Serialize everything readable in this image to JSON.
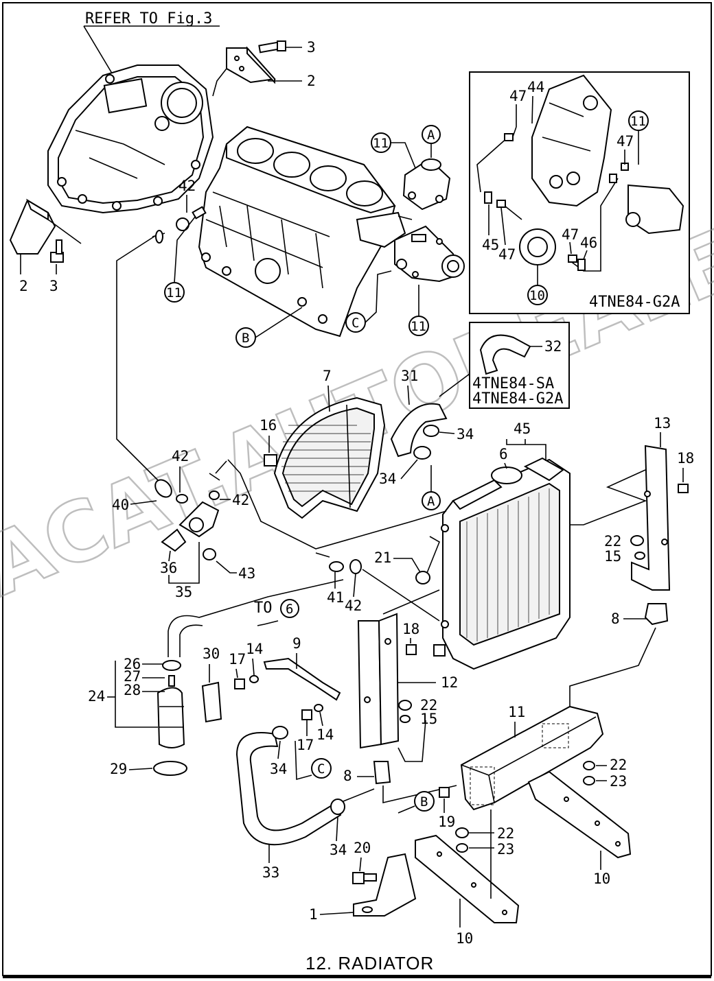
{
  "reference_note": "REFER TO Fig.3",
  "caption": "12. RADIATOR",
  "watermark": "ACAT.AUTODEALER.RU",
  "inset_top": {
    "model_label": "4TNE84-G2A"
  },
  "inset_hose": {
    "model_label_1": "4TNE84-SA",
    "model_label_2": "4TNE84-G2A"
  },
  "to_reference": {
    "prefix": "TO",
    "number": "6"
  },
  "part_numbers": {
    "n1": "1",
    "n2a": "2",
    "n2b": "2",
    "n3a": "3",
    "n3b": "3",
    "n45": "45",
    "n6": "6",
    "n7": "7",
    "n8a": "8",
    "n8b": "8",
    "n9": "9",
    "n10a": "10",
    "n10b": "10",
    "n10c": "10",
    "n11a": "11",
    "n11b": "11",
    "n11c": "11",
    "n11d": "11",
    "n11e": "11",
    "n12": "12",
    "n13": "13",
    "n14a": "14",
    "n14b": "14",
    "n15a": "15",
    "n15b": "15",
    "n16": "16",
    "n17a": "17",
    "n17b": "17",
    "n18a": "18",
    "n18b": "18",
    "n19": "19",
    "n20": "20",
    "n21": "21",
    "n22a": "22",
    "n22b": "22",
    "n22c": "22",
    "n22d": "22",
    "n23a": "23",
    "n23b": "23",
    "n24": "24",
    "n26": "26",
    "n27": "27",
    "n28": "28",
    "n29": "29",
    "n30": "30",
    "n31": "31",
    "n32": "32",
    "n33": "33",
    "n34a": "34",
    "n34b": "34",
    "n34c": "34",
    "n34d": "34",
    "n35": "35",
    "n36": "36",
    "n40": "40",
    "n41": "41",
    "n42a": "42",
    "n42b": "42",
    "n42c": "42",
    "n42d": "42",
    "n43": "43",
    "n44": "44",
    "n46": "46",
    "n47a": "47",
    "n47b": "47",
    "n47c": "47",
    "n47d": "47"
  },
  "ref_letters": {
    "a1": "A",
    "a2": "A",
    "b1": "B",
    "b2": "B",
    "c1": "C",
    "c2": "C"
  }
}
